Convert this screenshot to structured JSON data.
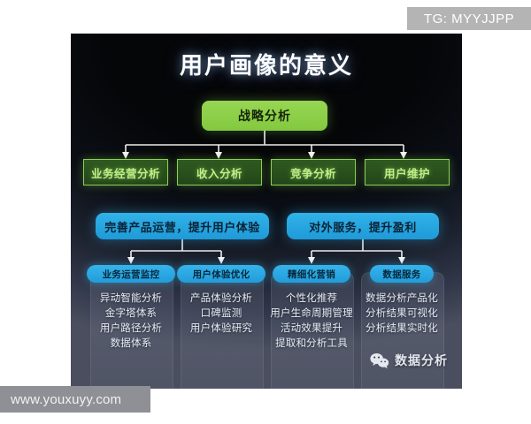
{
  "overlays": {
    "tg_banner": "TG: MYYJJPP",
    "url_watermark": "www.youxuyy.com"
  },
  "slide": {
    "title": "用户画像的意义",
    "root": {
      "label": "战略分析"
    },
    "level2": [
      {
        "label": "业务经营分析"
      },
      {
        "label": "收入分析"
      },
      {
        "label": "竞争分析"
      },
      {
        "label": "用户维护"
      }
    ],
    "level3": [
      {
        "label": "完善产品运营，提升用户体验"
      },
      {
        "label": "对外服务，提升盈利"
      }
    ],
    "columns": [
      {
        "header": "业务运营监控",
        "items": [
          "异动智能分析",
          "金字塔体系",
          "用户路径分析",
          "数据体系"
        ]
      },
      {
        "header": "用户体验优化",
        "items": [
          "产品体验分析",
          "口碑监测",
          "用户体验研究"
        ]
      },
      {
        "header": "精细化营销",
        "items": [
          "个性化推荐",
          "用户生命周期管理",
          "活动效果提升",
          "提取和分析工具"
        ]
      },
      {
        "header": "数据服务",
        "items": [
          "数据分析产品化",
          "分析结果可视化",
          "分析结果实时化"
        ]
      }
    ],
    "watermark": {
      "label": "数据分析",
      "icon": "wechat-icon"
    }
  },
  "colors": {
    "green_fill": "#8ccf57",
    "green_box_border": "#8ccf57",
    "green_box_text": "#bdf08a",
    "blue_fill": "#29a8e0",
    "card_bg_top": "#050608",
    "card_bg_bottom": "#4a4e5e",
    "banner_gray": "#b4b4b4",
    "url_gray": "#8f8f96"
  }
}
